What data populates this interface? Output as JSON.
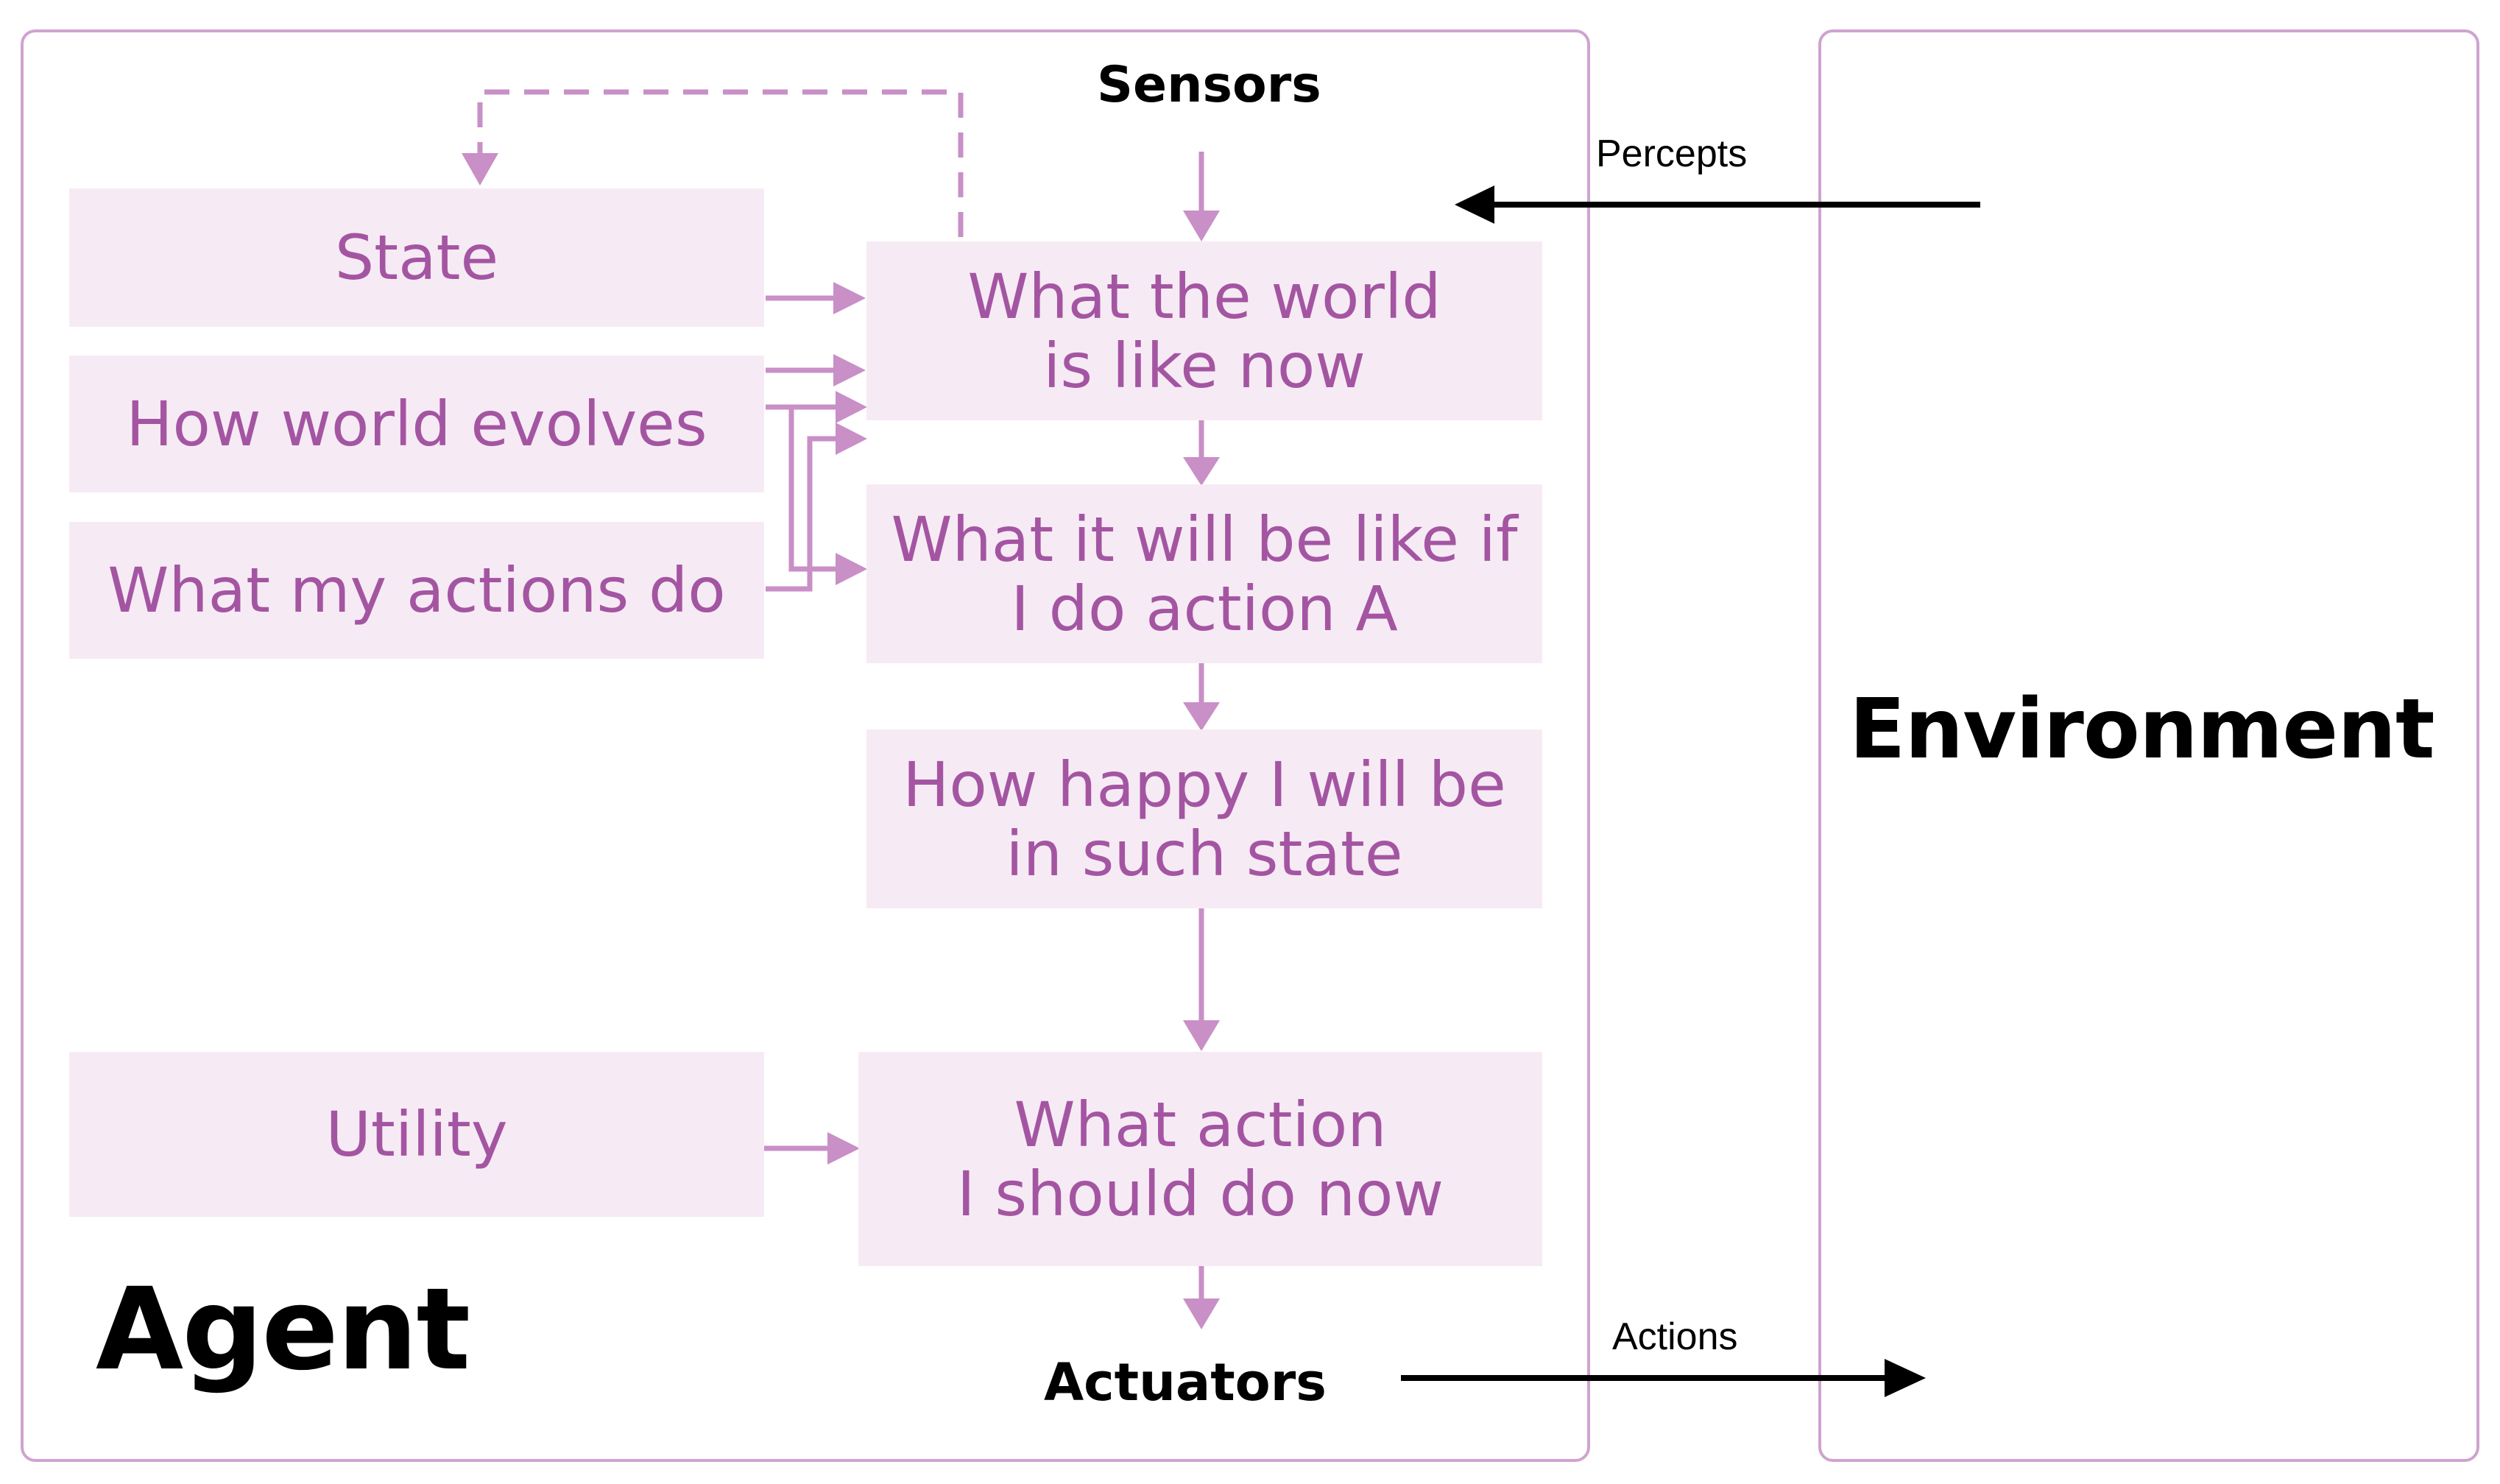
{
  "agent": {
    "title": "Agent",
    "sensors_label": "Sensors",
    "actuators_label": "Actuators",
    "boxes": {
      "state": "State",
      "how_world_evolves": "How world evolves",
      "what_my_actions_do": "What my actions do",
      "utility": "Utility",
      "what_world_is_like_now": "What the world\nis like now",
      "what_it_will_be_like": "What it will be like if\nI do action A",
      "how_happy": "How happy I will be\nin such state",
      "what_action_now": "What action\nI should do now"
    }
  },
  "environment": {
    "title": "Environment"
  },
  "arrows": {
    "percepts_label": "Percepts",
    "actions_label": "Actions"
  },
  "colors": {
    "accent": "#cfa3d0",
    "box_fill": "#f6ebf4",
    "box_text": "#a455a2",
    "arrow": "#c98fc7",
    "ink": "#000000"
  }
}
